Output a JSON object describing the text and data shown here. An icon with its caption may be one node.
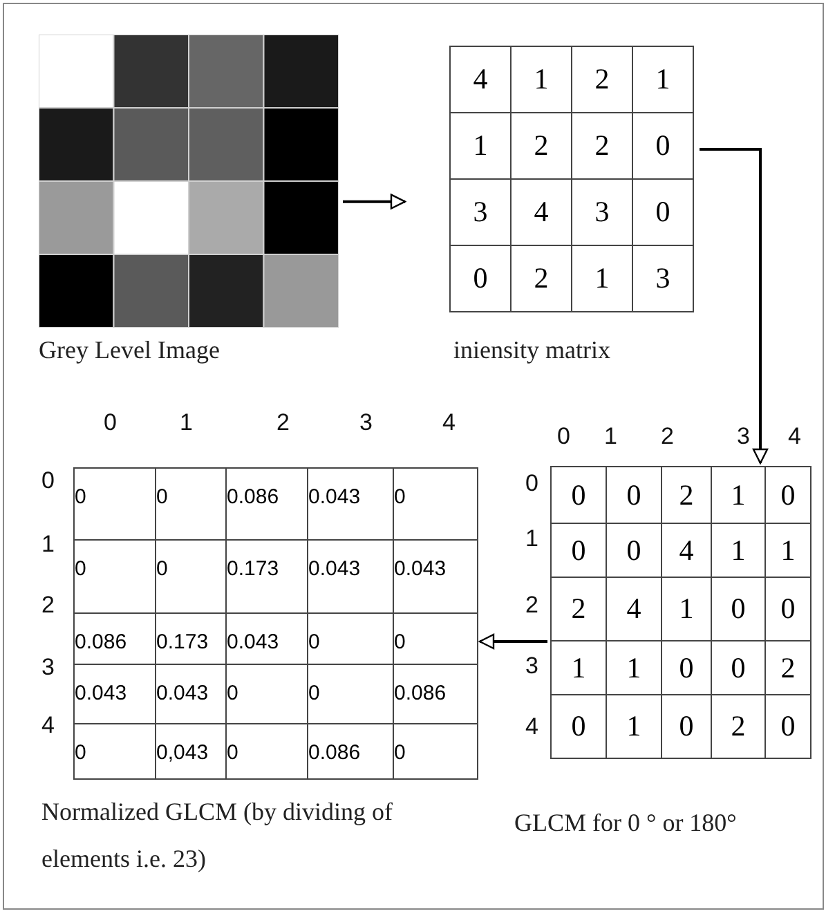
{
  "diagram": {
    "nodes": [
      {
        "text": [],
        "shape": "picture",
        "beside": [
          "Grey Level Image"
        ]
      },
      {
        "text": [
          "4",
          "1",
          "2",
          "1",
          "1",
          "2",
          "2",
          "0",
          "3",
          "4",
          "3",
          "0",
          "0",
          "2",
          "1",
          "3"
        ],
        "beside": [
          "iniensity matrix"
        ]
      },
      {
        "text": [
          "0",
          "0",
          "0.086",
          "0.043",
          "0",
          "0",
          "0",
          "0.173",
          "0.043",
          "0.043",
          "0.086",
          "0.173",
          "0.043",
          "0",
          "0",
          "0.043",
          "0.043",
          "0",
          "0",
          "0.086",
          "0",
          "0,043",
          "0",
          "0.086",
          "0"
        ],
        "beside": [
          "Normalized GLCM (by dividing of elements i.e. 23)"
        ]
      },
      {
        "text": [
          "0",
          "0",
          "2",
          "1",
          "0",
          "0",
          "0",
          "4",
          "1",
          "1",
          "2",
          "4",
          "1",
          "0",
          "0",
          "1",
          "1",
          "0",
          "0",
          "2",
          "0",
          "1",
          "0",
          "2",
          "0"
        ],
        "beside": [
          "GLCM for 0 ° or 180°"
        ]
      }
    ],
    "edges": [
      {
        "from": 0,
        "to": 1,
        "arrow": "to"
      },
      {
        "from": 1,
        "to": 3,
        "arrow": "to"
      },
      {
        "from": 3,
        "to": 2,
        "arrow": "to"
      }
    ],
    "labels": [
      "0",
      "1",
      "2",
      "3",
      "4",
      "0",
      "1",
      "2",
      "3",
      "4",
      "0",
      "1",
      "2",
      "3",
      "4",
      "0",
      "1",
      "2",
      "3",
      "4"
    ]
  }
}
